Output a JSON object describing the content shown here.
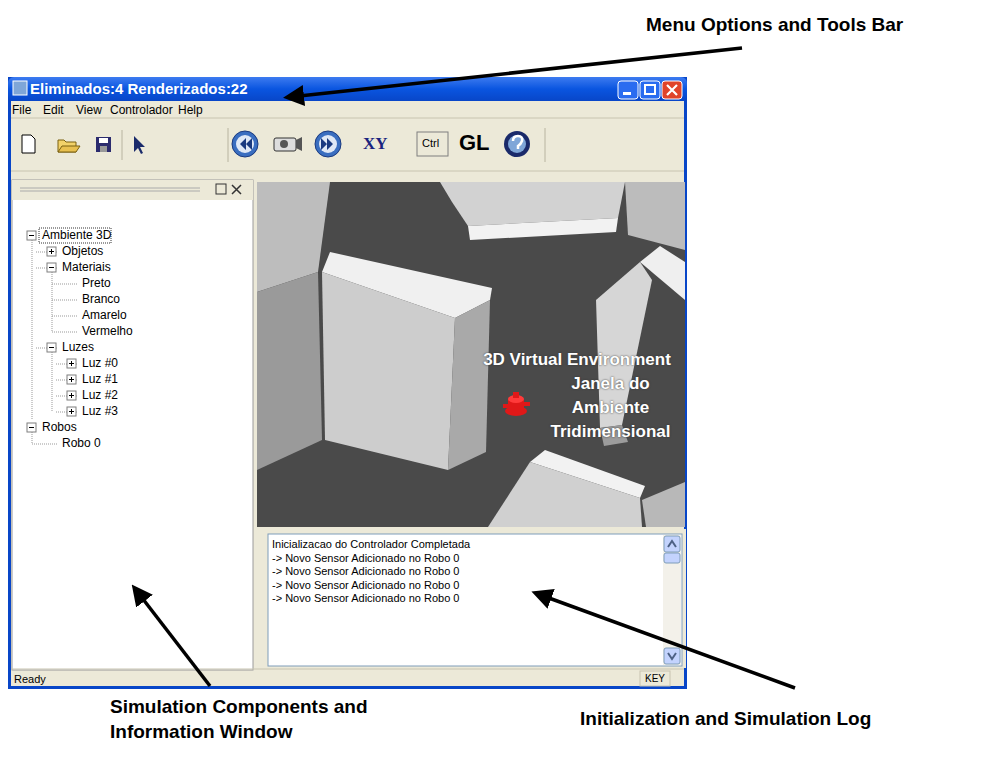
{
  "diagram": {
    "nodes": [
      {
        "text": [
          "Eliminados:4  Renderizados:22"
        ]
      },
      {
        "text": [
          "Ambiente 3D",
          "Objetos",
          "Materiais",
          "Preto",
          "Branco",
          "Amarelo",
          "Vermelho",
          "Luzes",
          "Luz #0",
          "Luz #1",
          "Luz #2",
          "Luz #3",
          "Robos",
          "Robo 0"
        ],
        "in": 0
      },
      {
        "text": [
          "3D Virtual Environment",
          "Janela do Ambiente Tridimensional"
        ],
        "in": 0
      },
      {
        "text": [
          "Inicializacao do Controlador Completada",
          "-> Novo Sensor Adicionado no Robo 0",
          "-> Novo Sensor Adicionado no Robo 0",
          "-> Novo Sensor Adicionado no Robo 0",
          "-> Novo Sensor Adicionado no Robo 0"
        ],
        "in": 0
      }
    ],
    "labels": [
      "File",
      "Edit",
      "View",
      "Controlador",
      "Help",
      "XY",
      "Ctrl",
      "GL",
      "Ready",
      "KEY",
      "Menu Options and Tools Bar",
      "Simulation Components and Information Window",
      "Initialization and Simulation Log"
    ]
  }
}
